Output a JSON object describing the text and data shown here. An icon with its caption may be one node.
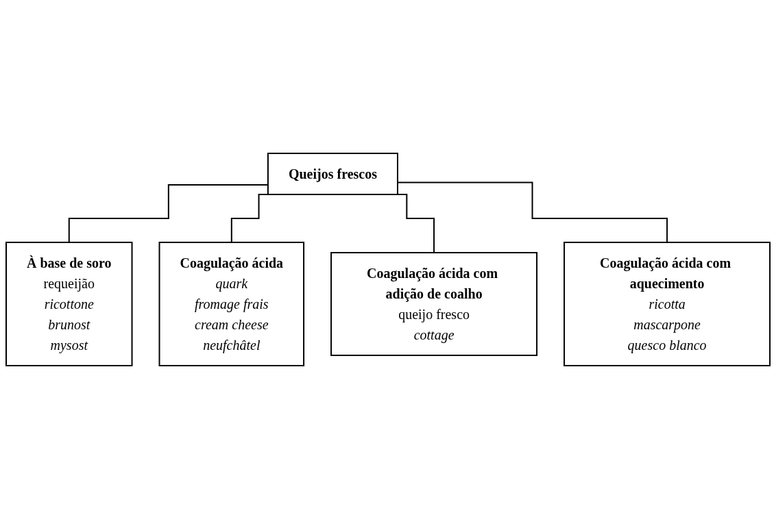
{
  "diagram": {
    "nodes": [
      {
        "text": [
          "Queijos frescos"
        ]
      },
      {
        "text": [
          "À base de soro",
          "requeijão",
          "ricottone",
          "brunost",
          "mysost"
        ]
      },
      {
        "text": [
          "Coagulação ácida",
          "quark",
          "fromage frais",
          "cream cheese",
          "neufchâtel"
        ]
      },
      {
        "text": [
          "Coagulação ácida com adição de coalho",
          "queijo fresco",
          "cottage"
        ]
      },
      {
        "text": [
          "Coagulação ácida com aquecimento",
          "ricotta",
          "mascarpone",
          "quesco blanco"
        ]
      }
    ],
    "edges": [
      {
        "from": 0,
        "to": 1,
        "arrow": "none"
      },
      {
        "from": 0,
        "to": 2,
        "arrow": "none"
      },
      {
        "from": 0,
        "to": 3,
        "arrow": "none"
      },
      {
        "from": 0,
        "to": 4,
        "arrow": "none"
      }
    ]
  }
}
